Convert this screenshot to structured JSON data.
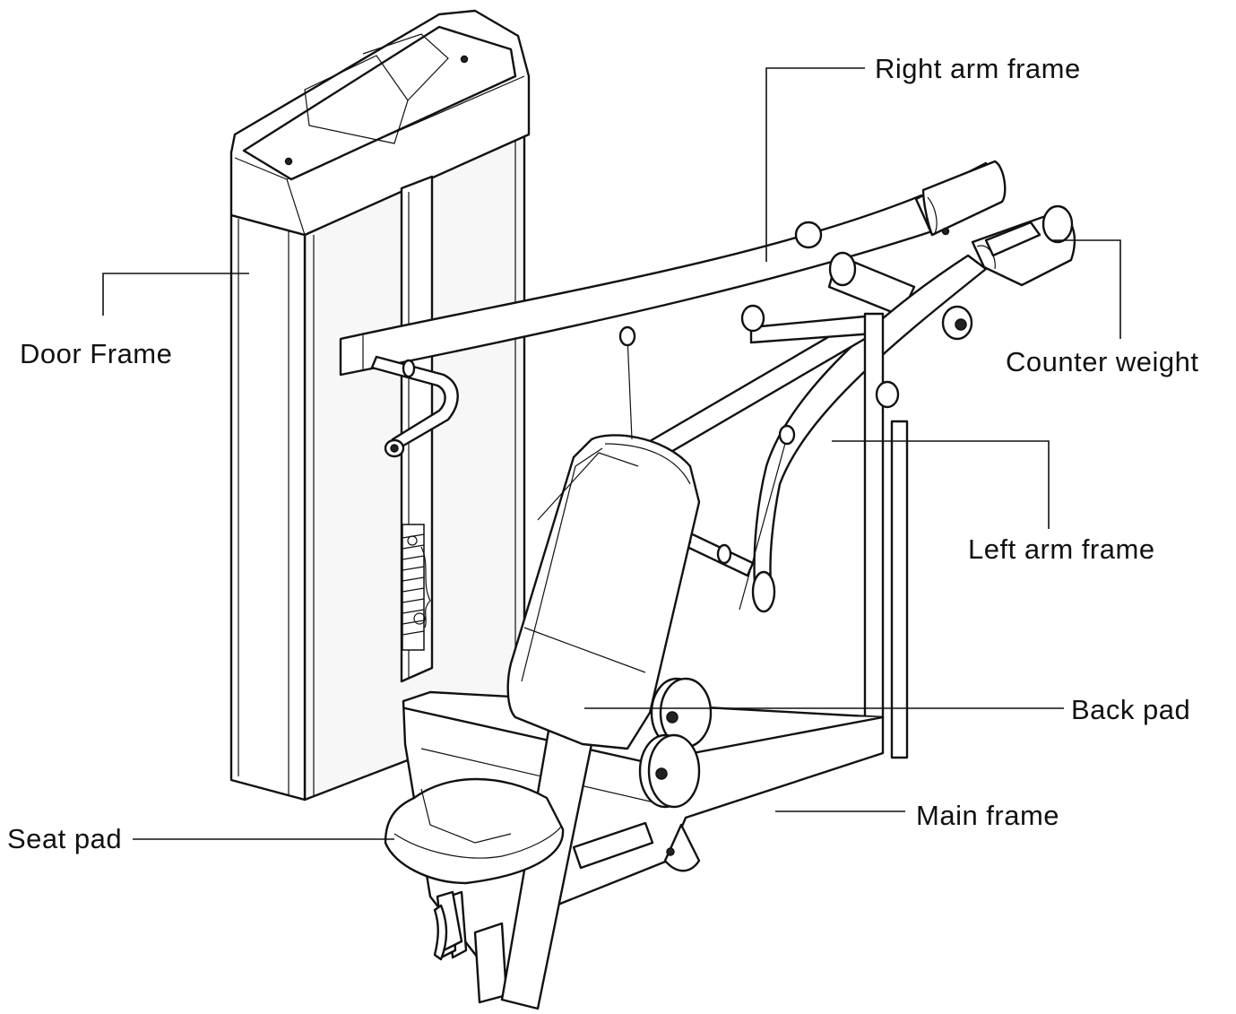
{
  "diagram": {
    "labels": {
      "right_arm_frame": "Right arm frame",
      "door_frame": "Door Frame",
      "counter_weight": "Counter weight",
      "left_arm_frame": "Left arm frame",
      "back_pad": "Back pad",
      "main_frame": "Main frame",
      "seat_pad": "Seat pad"
    }
  }
}
